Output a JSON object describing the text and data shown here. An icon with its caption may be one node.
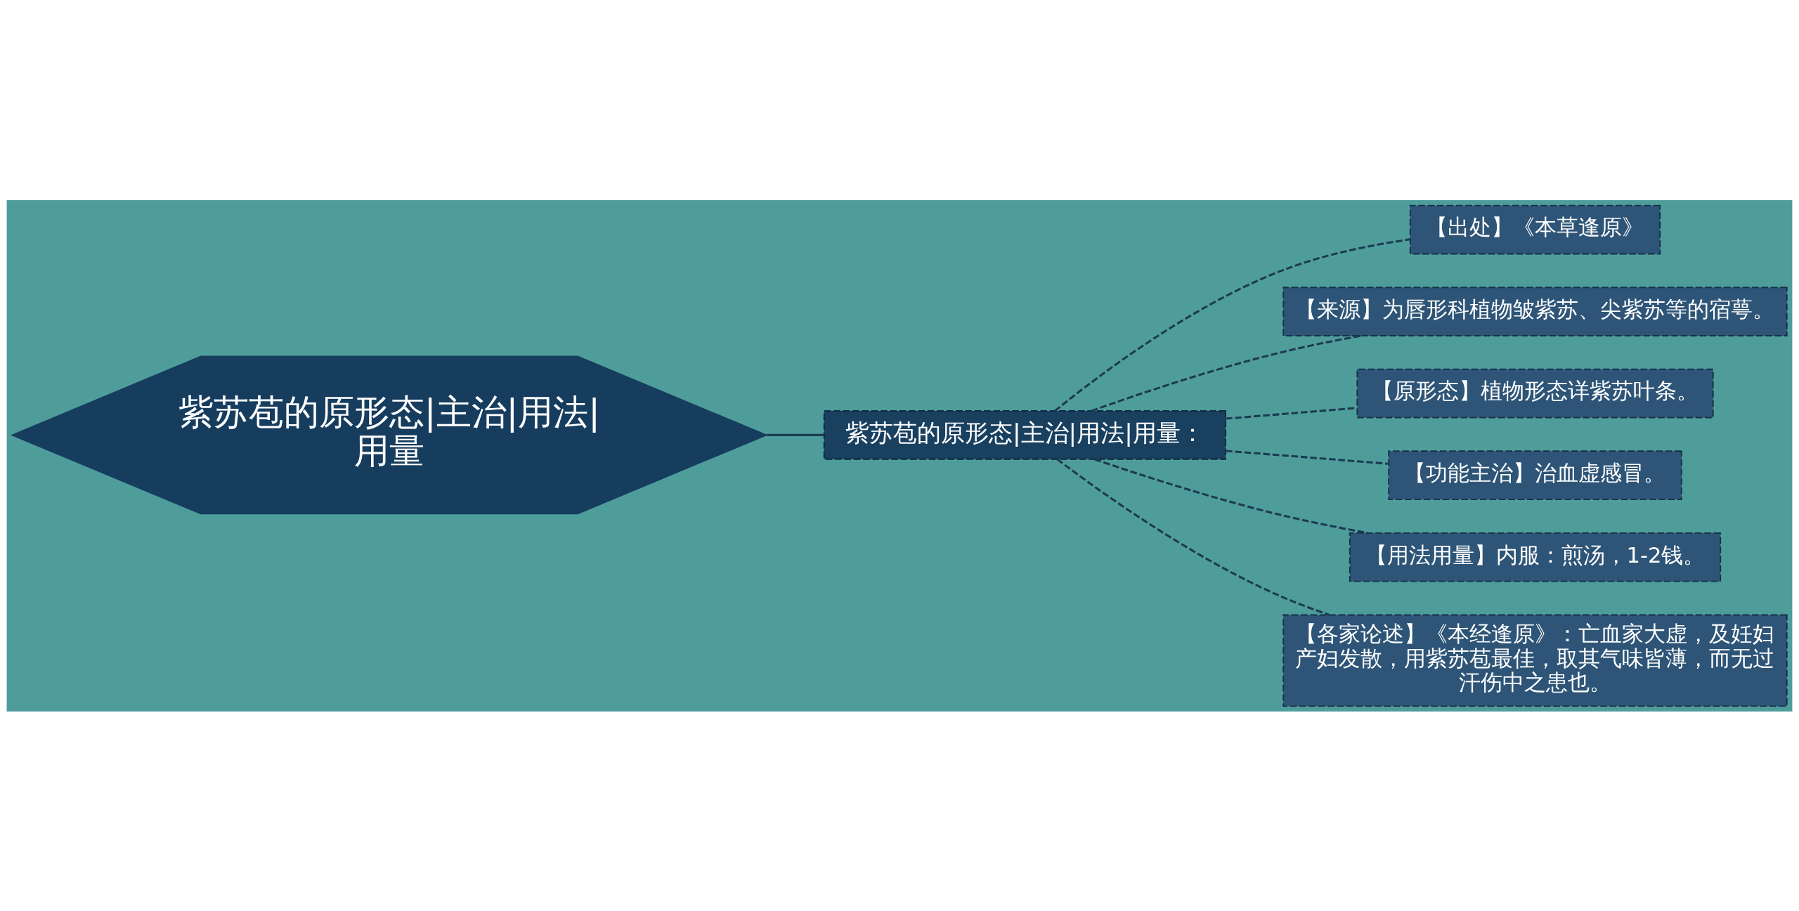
{
  "diagram": {
    "nodes": [
      {
        "text": [
          "紫苏苞的原形态|主治|用法|用量"
        ]
      },
      {
        "text": [
          "紫苏苞的原形态|主治|用法|用量："
        ]
      },
      {
        "text": [
          "【出处】《本草逢原》"
        ]
      },
      {
        "text": [
          "【来源】为唇形科植物皱紫苏、尖紫苏等的宿萼。"
        ]
      },
      {
        "text": [
          "【原形态】植物形态详紫苏叶条。"
        ]
      },
      {
        "text": [
          "【功能主治】治血虚感冒。"
        ]
      },
      {
        "text": [
          "【用法用量】内服：煎汤，1-2钱。"
        ]
      },
      {
        "text": [
          "【各家论述】《本经逢原》：亡血家大虚，及妊妇产妇发散，用紫苏苞最佳，取其气味皆薄，而无过汗伤中之患也。"
        ]
      }
    ],
    "edges": [
      {
        "from": 0,
        "to": 1,
        "arrow": "none"
      },
      {
        "from": 1,
        "to": 2,
        "arrow": "none",
        "style": "dashed"
      },
      {
        "from": 1,
        "to": 3,
        "arrow": "none",
        "style": "dashed"
      },
      {
        "from": 1,
        "to": 4,
        "arrow": "none",
        "style": "dashed"
      },
      {
        "from": 1,
        "to": 5,
        "arrow": "none",
        "style": "dashed"
      },
      {
        "from": 1,
        "to": 6,
        "arrow": "none",
        "style": "dashed"
      },
      {
        "from": 1,
        "to": 7,
        "arrow": "none",
        "style": "dashed"
      }
    ]
  }
}
